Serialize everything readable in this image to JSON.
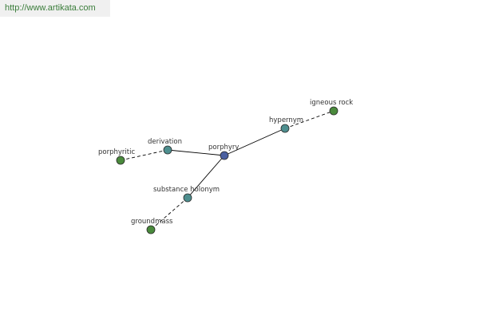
{
  "banner": {
    "url": "http://www.artikata.com"
  },
  "colors": {
    "center_node": "#4a5fa0",
    "relation_node": "#4e8f8f",
    "leaf_node": "#4a8a3c",
    "edge": "#000000",
    "banner_text": "#3a7d3a",
    "banner_bg": "#f0f0f0"
  },
  "graph": {
    "center": {
      "id": "porphyry",
      "label": "porphyry"
    },
    "relations": [
      {
        "id": "hypernym",
        "label": "hypernym",
        "targets": [
          {
            "id": "igneous-rock",
            "label": "igneous rock"
          }
        ]
      },
      {
        "id": "derivation",
        "label": "derivation",
        "targets": [
          {
            "id": "porphyritic",
            "label": "porphyritic"
          }
        ]
      },
      {
        "id": "substance-holonym",
        "label": "substance holonym",
        "targets": [
          {
            "id": "groundmass",
            "label": "groundmass"
          }
        ]
      }
    ]
  }
}
